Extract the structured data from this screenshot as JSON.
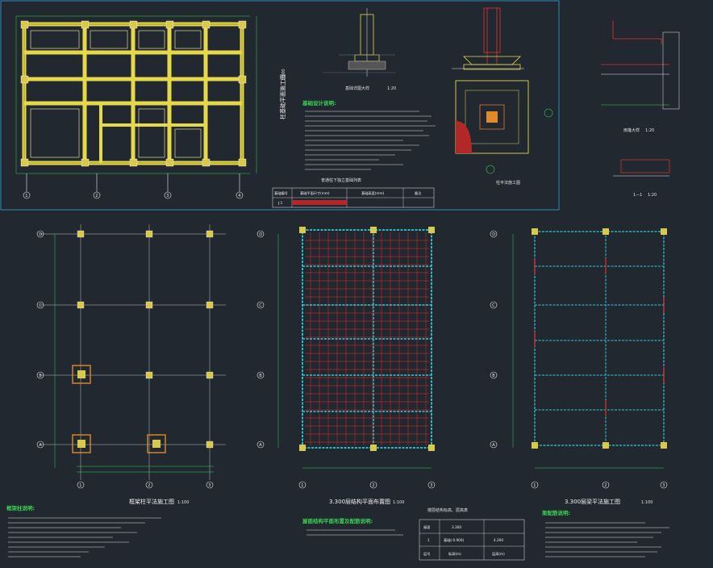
{
  "colors": {
    "background": "#212830",
    "beam_yellow": "#e5d84a",
    "column_fill": "#d9c84a",
    "rebar_red": "#e03232",
    "axis_white": "#eaeaea",
    "dim_green": "#39d353",
    "panel_border": "#3aa0d8",
    "cyan_beam": "#33c8d8"
  },
  "titles": {
    "foundation_plan_vertical": "柱基础平面施工图",
    "foundation_plan_scale": "1:100",
    "base_detail": "基础详图大样",
    "base_detail_scale": "1:20",
    "foundation_notes_heading": "基础设计说明:",
    "table_heading": "普通柱下独立基础列表",
    "column_section": "柱平法施工图",
    "wall_detail": "雨篷大样",
    "wall_detail_scale": "1:20",
    "section_1_1": "1—1",
    "section_scale": "1:20",
    "plan_columns": "框架柱平法施工图",
    "plan_columns_scale": "1:100",
    "plan_slab": "3.300层结构平面布置图",
    "plan_slab_scale": "1:100",
    "plan_beams": "3.300层梁平法施工图",
    "plan_beams_scale": "1:100"
  },
  "axes": {
    "rows": [
      "D",
      "C",
      "B",
      "A"
    ],
    "cols": [
      "1",
      "2",
      "3"
    ],
    "top_cols": [
      "1",
      "2",
      "3",
      "4"
    ]
  },
  "notes": {
    "column_notes_heading": "框架柱说明:",
    "slab_notes_heading": "屋面结构平面布置及配筋说明:",
    "beam_notes_heading": "梁配筋说明:",
    "story_table_heading": "楼层结构标高、层高表",
    "story_table": {
      "header": [
        "屋面",
        "3.300",
        ""
      ],
      "row1": [
        "1",
        "基础(-0.900)",
        "4.200"
      ],
      "row2": [
        "层号",
        "标高(m)",
        "层高(m)"
      ]
    }
  },
  "foundation_table": {
    "col_headers": [
      "基础编号",
      "基础平面尺寸(mm)",
      "基础高度(mm)",
      "备注"
    ],
    "row": [
      "J-1",
      "",
      "",
      ""
    ]
  }
}
